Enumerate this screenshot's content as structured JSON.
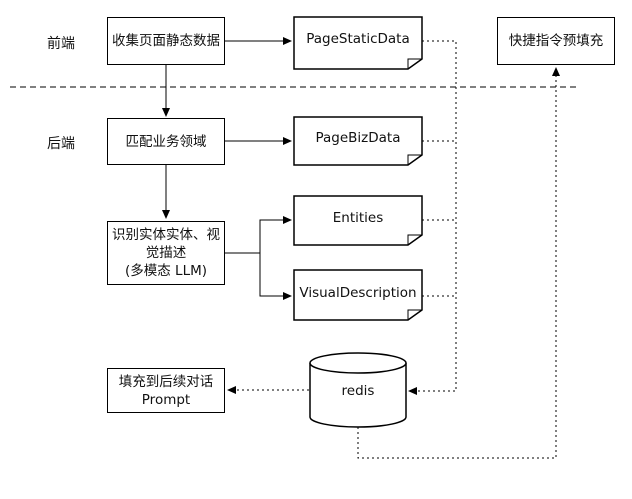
{
  "sections": {
    "frontend": "前端",
    "backend": "后端"
  },
  "nodes": {
    "collect": "收集页面静态数据",
    "page_static_data": "PageStaticData",
    "shortcut_fill": "快捷指令预填充",
    "match_domain": "匹配业务领域",
    "page_biz_data": "PageBizData",
    "entities": "Entities",
    "recognize": "识别实体实体、视\n觉描述\n(多模态 LLM)",
    "visual_description": "VisualDescription",
    "redis": "redis",
    "fill_prompt": "填充到后续对话\nPrompt"
  }
}
